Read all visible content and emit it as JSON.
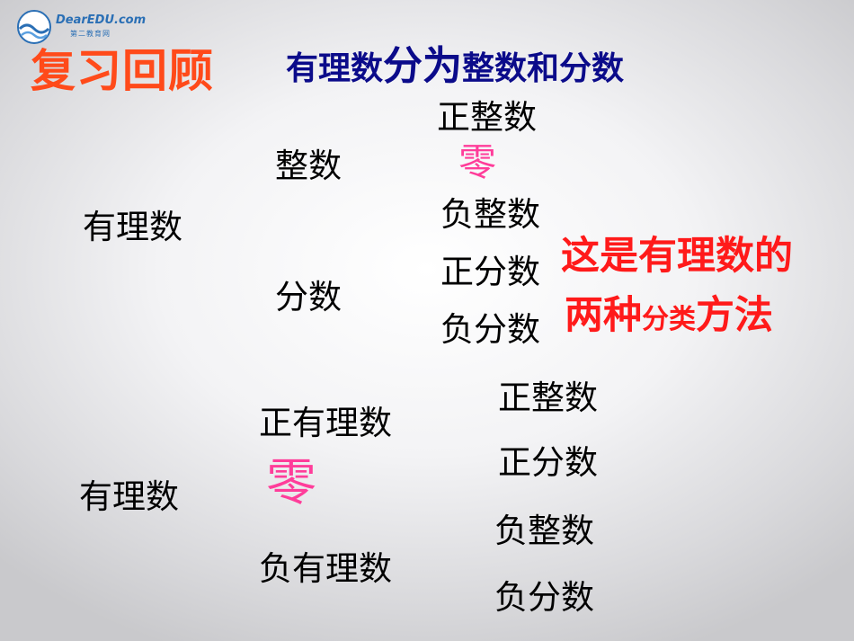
{
  "logo": {
    "text": "DearEDU.com",
    "subtext": "第二教育网"
  },
  "header": {
    "review": "复习回顾",
    "headline": {
      "part1": "有理数",
      "part2": "分为",
      "part3": "整数和分数"
    }
  },
  "classification_1": {
    "root": "有理数",
    "integer": "整数",
    "fraction": "分数",
    "leaves": [
      "正整数",
      "零",
      "负整数",
      "正分数",
      "负分数"
    ]
  },
  "note": {
    "line1": "这是有理数的",
    "line2_a": "两种",
    "line2_b": "分类",
    "line2_c": "方法"
  },
  "classification_2": {
    "root": "有理数",
    "positive": "正有理数",
    "zero": "零",
    "negative": "负有理数",
    "leaves": [
      "正整数",
      "正分数",
      "负整数",
      "负分数"
    ]
  },
  "colors": {
    "review": "#ff4a1a",
    "headline": "#0b0b8a",
    "zero": "#ff3d9a",
    "note": "#ff1a1a"
  }
}
